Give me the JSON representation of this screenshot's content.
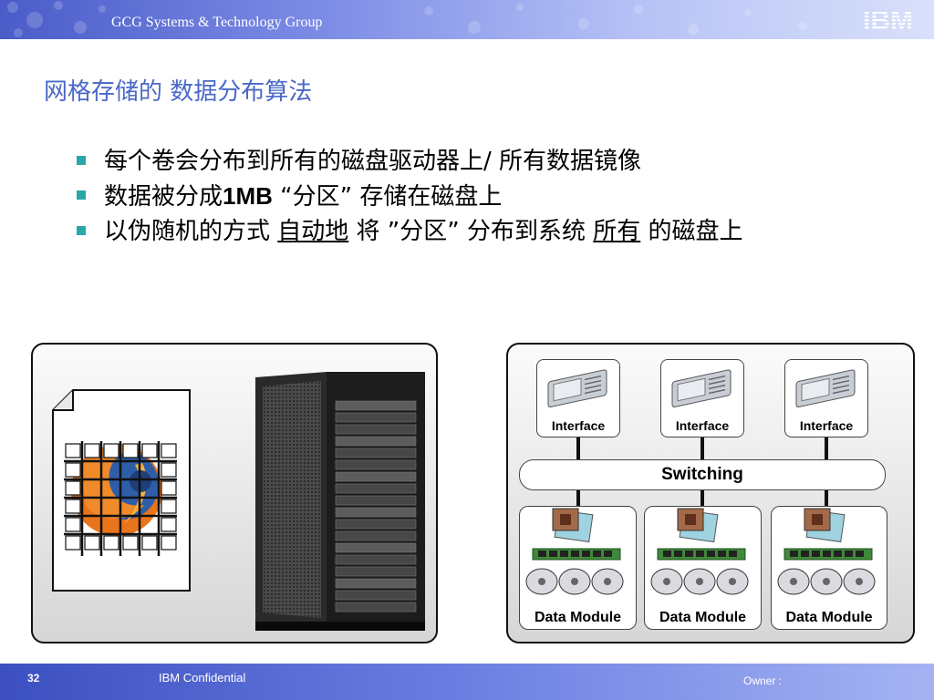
{
  "header": {
    "title": "GCG Systems & Technology Group",
    "logo_text": "IBM"
  },
  "slide": {
    "title": "网格存储的 数据分布算法",
    "bullets": [
      {
        "segments": [
          {
            "text": "每个卷会分布到所有的磁盘驱动器上/ 所有数据镜像"
          }
        ]
      },
      {
        "segments": [
          {
            "text": "数据被分成"
          },
          {
            "text": "1MB"
          },
          {
            "text": " “分区” 存储在磁盘上"
          }
        ]
      },
      {
        "segments": [
          {
            "text": "以伪随机的方式 "
          },
          {
            "text": "自动地"
          },
          {
            "text": " 将 ”分区” 分布到系统 "
          },
          {
            "text": "所有"
          },
          {
            "text": " 的磁盘上"
          }
        ]
      }
    ]
  },
  "diagram": {
    "interfaces": [
      "Interface",
      "Interface",
      "Interface"
    ],
    "switching": "Switching",
    "data_modules": [
      "Data Module",
      "Data Module",
      "Data Module"
    ]
  },
  "footer": {
    "page_number": "32",
    "confidential": "IBM Confidential",
    "owner": "Owner :"
  },
  "colors": {
    "title": "#4a68c8",
    "bullet_square": "#2aa7a7",
    "header_gradient_start": "#4a5cc8",
    "footer_gradient_start": "#3c4fc0"
  },
  "icons": [
    "firefox-logo-icon",
    "document-icon",
    "server-rack-icon",
    "interface-drive-icon",
    "cpu-chip-icon",
    "memory-module-icon",
    "hard-disk-icon"
  ]
}
